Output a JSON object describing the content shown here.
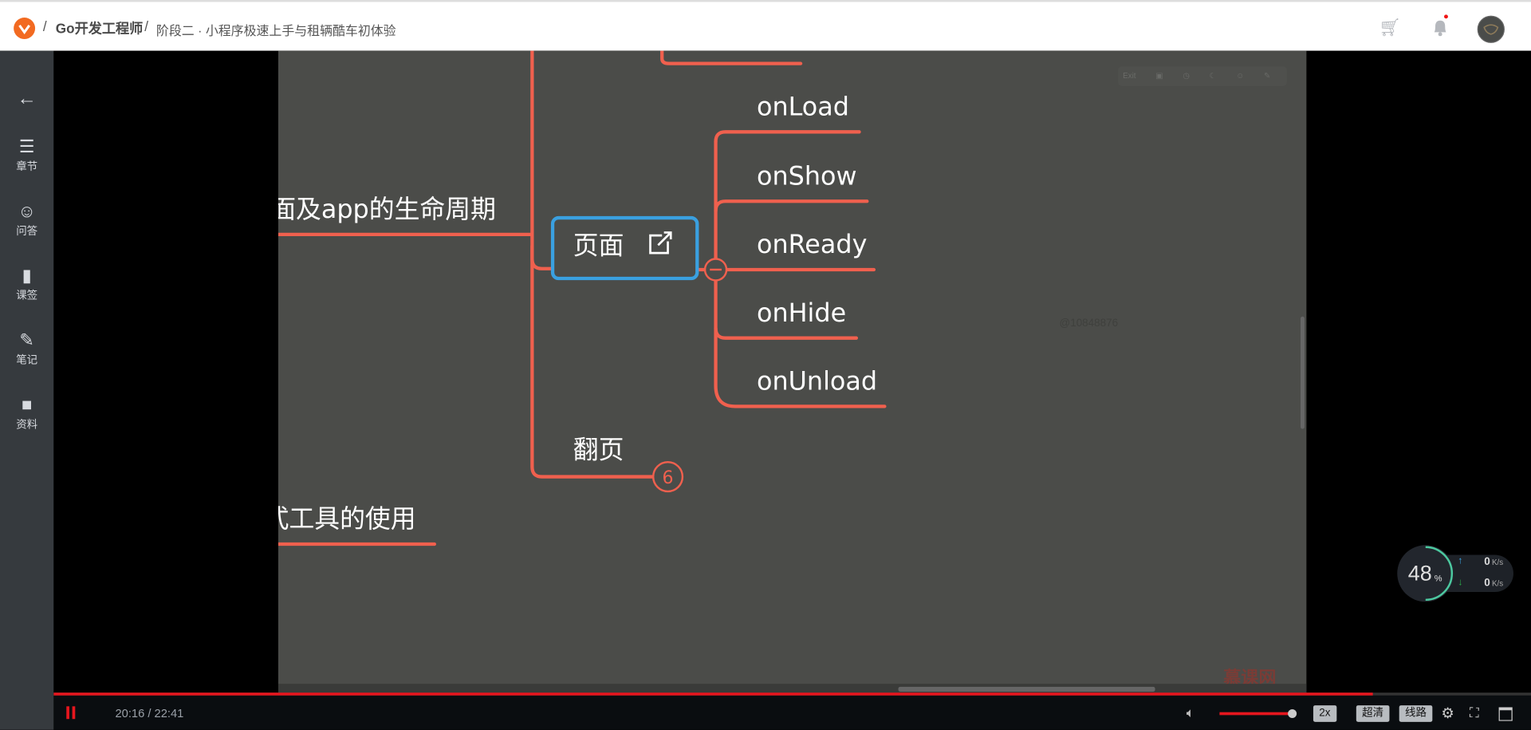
{
  "header": {
    "breadcrumb": [
      "Go开发工程师",
      "阶段二 · 小程序极速上手与租辆酷车初体验"
    ],
    "separator": "/",
    "icons": [
      "logo-icon",
      "cart-icon",
      "bell-icon",
      "avatar"
    ],
    "brand_color": "#f26a21",
    "notification_dot": true
  },
  "sidebar": {
    "items": [
      {
        "label": "章节",
        "icon": "chapter-icon"
      },
      {
        "label": "问答",
        "icon": "qa-icon"
      },
      {
        "label": "课签",
        "icon": "bookmark-icon"
      },
      {
        "label": "笔记",
        "icon": "pencil-icon"
      },
      {
        "label": "资料",
        "icon": "folder-icon"
      }
    ],
    "back_icon": "arrow-left-icon"
  },
  "slide": {
    "toolbar": {
      "exit": "Exit",
      "icons": [
        "image-icon",
        "clock-icon",
        "moon-icon",
        "smile-icon",
        "pin-icon"
      ]
    },
    "nodes": {
      "lifecycle": "面及app的生命周期",
      "page": "页面",
      "paging": "翻页",
      "paging_count": "6",
      "tools": "式工具的使用",
      "children": [
        "onLoad",
        "onShow",
        "onReady",
        "onHide",
        "onUnload"
      ]
    },
    "watermark": "@10848876",
    "brand_watermark": "慕课网",
    "line_color": "#f0604e",
    "highlight_color": "#3aa0e0"
  },
  "player": {
    "current_time": "20:16",
    "total_time": "22:41",
    "time_sep": " / ",
    "progress": 0.893,
    "volume": 1.0,
    "speed": "2x",
    "quality": "超清",
    "route": "线路",
    "accent": "#e6161e"
  },
  "network": {
    "percent": "48",
    "percent_unit": "%",
    "up": "0",
    "down": "0",
    "unit": "K/s"
  }
}
